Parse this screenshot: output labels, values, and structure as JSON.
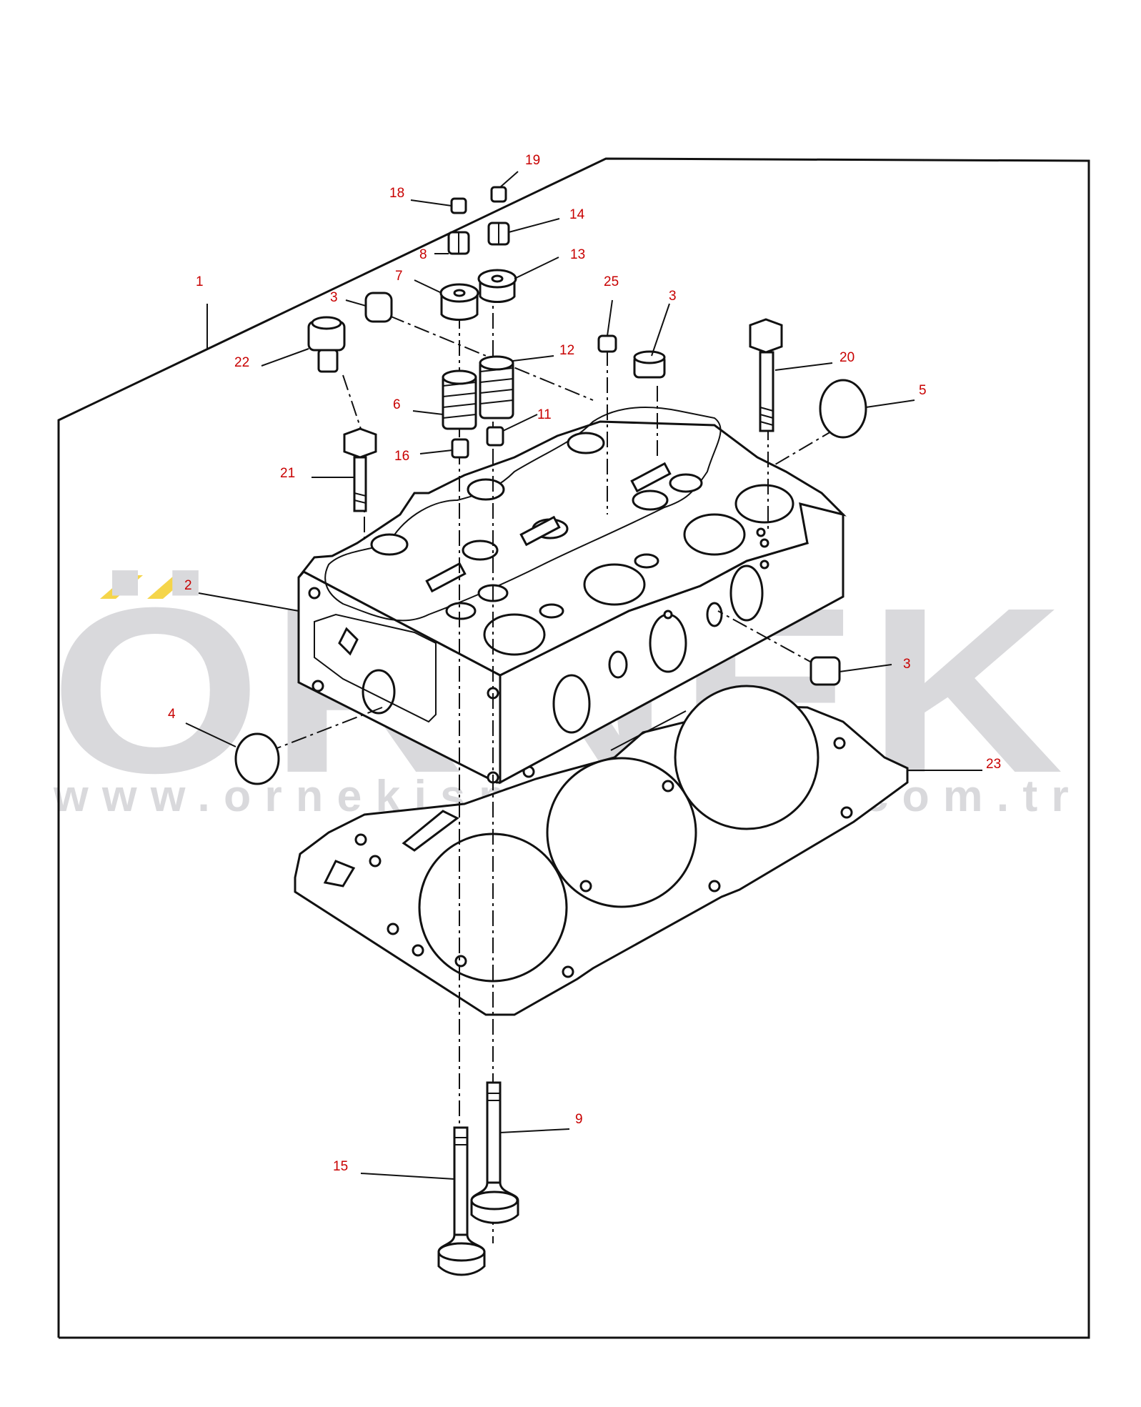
{
  "watermark": {
    "brand": "ÖRNEK",
    "url": "www.ornekismakinalari.com.tr",
    "color": "#d9d9dc",
    "accent_color": "#f5d54a"
  },
  "callout_color": "#c80000",
  "callouts": [
    {
      "id": "c1",
      "label": "1"
    },
    {
      "id": "c2",
      "label": "2"
    },
    {
      "id": "c3a",
      "label": "3"
    },
    {
      "id": "c3b",
      "label": "3"
    },
    {
      "id": "c3c",
      "label": "3"
    },
    {
      "id": "c4",
      "label": "4"
    },
    {
      "id": "c5",
      "label": "5"
    },
    {
      "id": "c6",
      "label": "6"
    },
    {
      "id": "c7",
      "label": "7"
    },
    {
      "id": "c8",
      "label": "8"
    },
    {
      "id": "c9",
      "label": "9"
    },
    {
      "id": "c11",
      "label": "11"
    },
    {
      "id": "c12",
      "label": "12"
    },
    {
      "id": "c13",
      "label": "13"
    },
    {
      "id": "c14",
      "label": "14"
    },
    {
      "id": "c15",
      "label": "15"
    },
    {
      "id": "c16",
      "label": "16"
    },
    {
      "id": "c18",
      "label": "18"
    },
    {
      "id": "c19",
      "label": "19"
    },
    {
      "id": "c20",
      "label": "20"
    },
    {
      "id": "c21",
      "label": "21"
    },
    {
      "id": "c22",
      "label": "22"
    },
    {
      "id": "c23",
      "label": "23"
    },
    {
      "id": "c25",
      "label": "25"
    }
  ]
}
